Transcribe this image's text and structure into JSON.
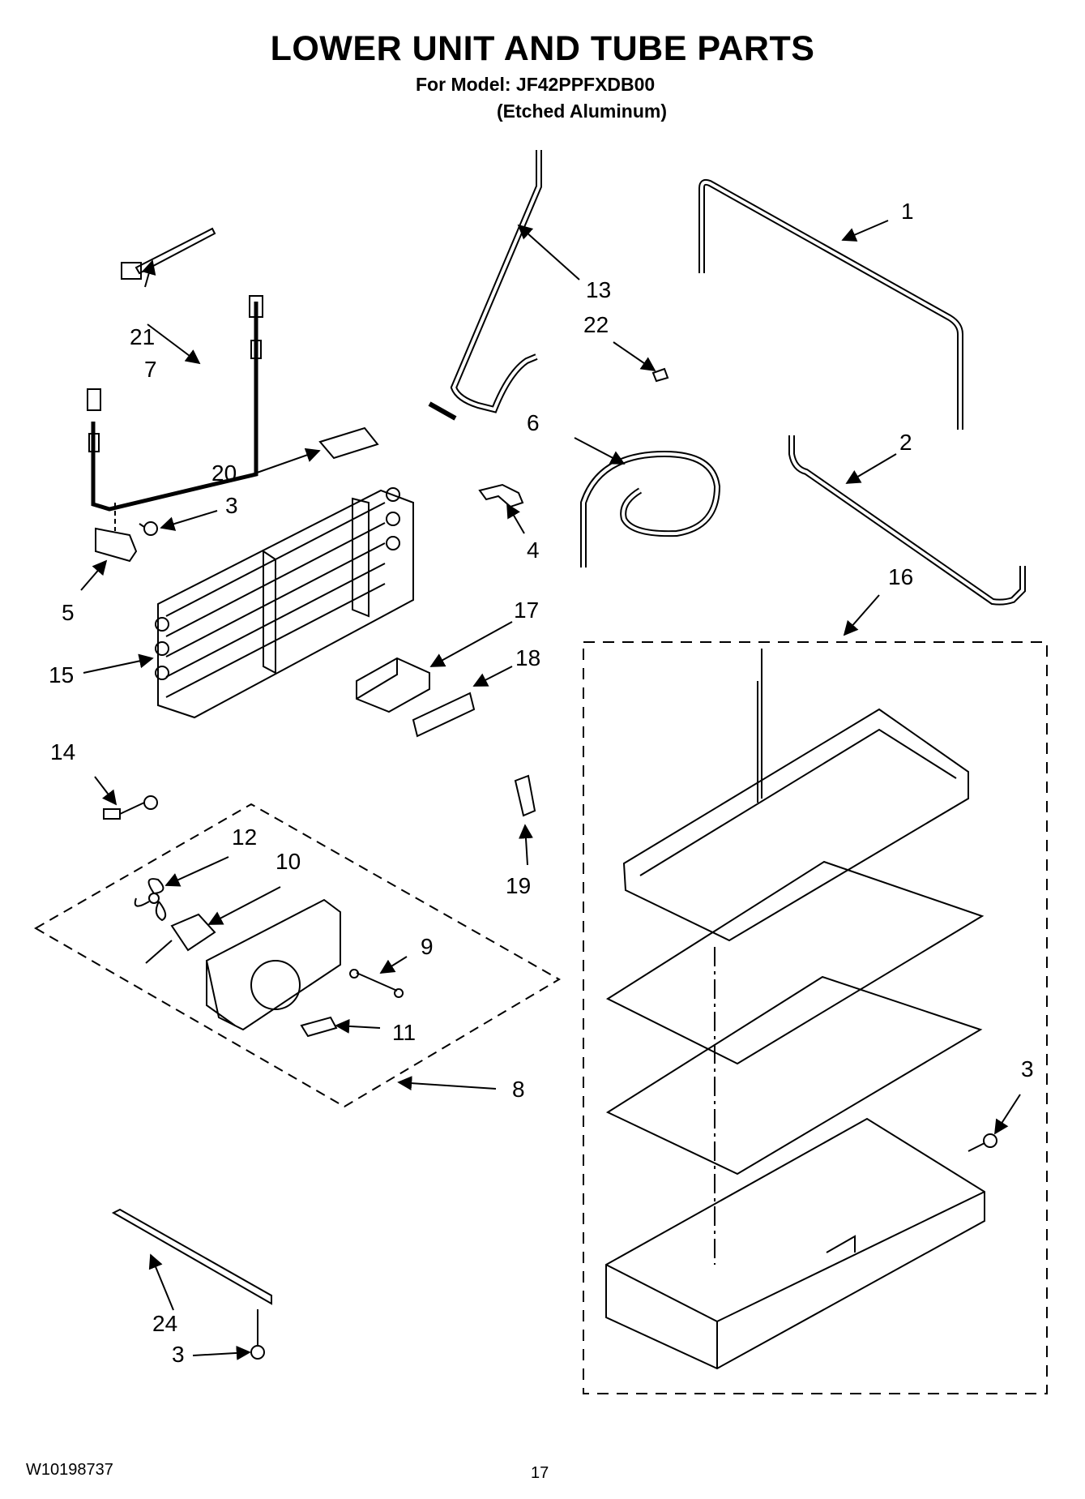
{
  "header": {
    "title": "LOWER UNIT AND TUBE PARTS",
    "model_line": "For Model: JF42PPFXDB00",
    "variant_line": "(Etched Aluminum)"
  },
  "callouts": {
    "c1": "1",
    "c2": "2",
    "c3a": "3",
    "c3b": "3",
    "c3c": "3",
    "c4": "4",
    "c5": "5",
    "c6": "6",
    "c7": "7",
    "c8": "8",
    "c9": "9",
    "c10": "10",
    "c11": "11",
    "c12": "12",
    "c13": "13",
    "c14": "14",
    "c15": "15",
    "c16": "16",
    "c17": "17",
    "c18": "18",
    "c19": "19",
    "c20": "20",
    "c21": "21",
    "c22": "22",
    "c24": "24"
  },
  "footer": {
    "doc_number": "W10198737",
    "page_number": "17"
  }
}
